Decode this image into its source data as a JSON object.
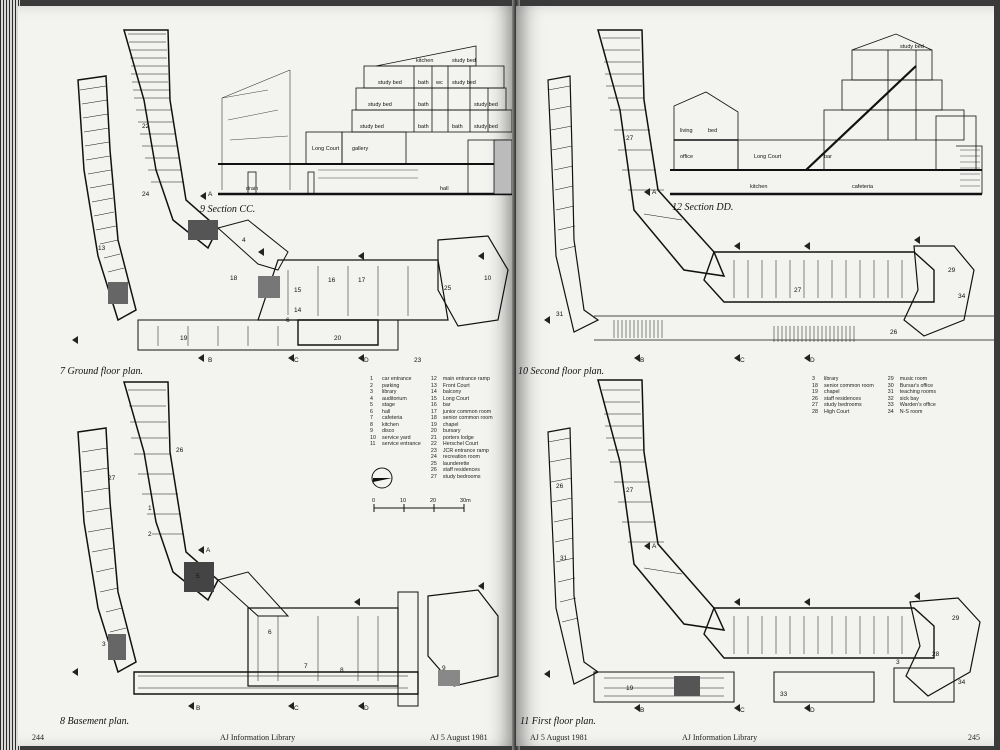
{
  "left_page": {
    "captions": {
      "section_cc": "9 Section CC.",
      "ground_floor": "7 Ground floor plan.",
      "basement": "8 Basement plan."
    },
    "footer_left": "244",
    "footer_center": "AJ Information Library",
    "footer_right": "AJ 5 August 1981",
    "legend_col1": [
      {
        "n": "1",
        "t": "car entrance"
      },
      {
        "n": "2",
        "t": "parking"
      },
      {
        "n": "3",
        "t": "library"
      },
      {
        "n": "4",
        "t": "auditorium"
      },
      {
        "n": "5",
        "t": "stage"
      },
      {
        "n": "6",
        "t": "hall"
      },
      {
        "n": "7",
        "t": "cafeteria"
      },
      {
        "n": "8",
        "t": "kitchen"
      },
      {
        "n": "9",
        "t": "disco"
      },
      {
        "n": "10",
        "t": "service yard"
      },
      {
        "n": "11",
        "t": "service entrance"
      }
    ],
    "legend_col2": [
      {
        "n": "12",
        "t": "main entrance ramp"
      },
      {
        "n": "13",
        "t": "Front Court"
      },
      {
        "n": "14",
        "t": "balcony"
      },
      {
        "n": "15",
        "t": "Long Court"
      },
      {
        "n": "16",
        "t": "bar"
      },
      {
        "n": "17",
        "t": "junior common room"
      },
      {
        "n": "18",
        "t": "senior common room"
      },
      {
        "n": "19",
        "t": "chapel"
      },
      {
        "n": "20",
        "t": "bursary"
      },
      {
        "n": "21",
        "t": "porters lodge"
      },
      {
        "n": "22",
        "t": "Herschel Court"
      },
      {
        "n": "23",
        "t": "JCR entrance ramp"
      },
      {
        "n": "24",
        "t": "recreation room"
      },
      {
        "n": "25",
        "t": "launderette"
      },
      {
        "n": "26",
        "t": "staff residences"
      },
      {
        "n": "27",
        "t": "study bedrooms"
      }
    ],
    "scale": {
      "s0": "0",
      "s10": "10",
      "s20": "20",
      "s30": "30m"
    },
    "section_labels": {
      "kitchen": "kitchen",
      "study_bed": "study bed",
      "bath": "bath",
      "wc": "wc",
      "long_court": "Long Court",
      "gallery": "gallery",
      "drain": "drain",
      "hall": "hall"
    },
    "markers": {
      "a": "A",
      "b": "B",
      "c": "C",
      "d": "D"
    },
    "room_numbers": {
      "n1": "1",
      "n2": "2",
      "n3": "3",
      "n4": "4",
      "n5": "5",
      "n6": "6",
      "n7": "7",
      "n8": "8",
      "n9": "9",
      "n10": "10",
      "n13": "13",
      "n14": "14",
      "n15": "15",
      "n16": "16",
      "n17": "17",
      "n18": "18",
      "n19": "19",
      "n20": "20",
      "n22": "22",
      "n23": "23",
      "n24": "24",
      "n25": "25",
      "n26": "26",
      "n27": "27"
    }
  },
  "right_page": {
    "captions": {
      "section_dd": "12 Section DD.",
      "second_floor": "10 Second floor plan.",
      "first_floor": "11 First floor plan."
    },
    "footer_left": "AJ 5 August 1981",
    "footer_center": "AJ Information Library",
    "footer_right": "245",
    "legend_col1": [
      {
        "n": "3",
        "t": "library"
      },
      {
        "n": "18",
        "t": "senior common room"
      },
      {
        "n": "19",
        "t": "chapel"
      },
      {
        "n": "26",
        "t": "staff residences"
      },
      {
        "n": "27",
        "t": "study bedrooms"
      },
      {
        "n": "28",
        "t": "High Court"
      }
    ],
    "legend_col2": [
      {
        "n": "29",
        "t": "music room"
      },
      {
        "n": "30",
        "t": "Bursar's office"
      },
      {
        "n": "31",
        "t": "teaching rooms"
      },
      {
        "n": "32",
        "t": "sick bay"
      },
      {
        "n": "33",
        "t": "Warden's office"
      },
      {
        "n": "34",
        "t": "N-S room"
      }
    ],
    "section_labels": {
      "living": "living",
      "bed": "bed",
      "study_bed": "study bed",
      "office": "office",
      "long_court": "Long Court",
      "bar": "bar",
      "kitchen": "kitchen",
      "cafeteria": "cafeteria"
    },
    "markers": {
      "a": "A",
      "b": "B",
      "c": "C",
      "d": "D"
    },
    "room_numbers": {
      "n3": "3",
      "n19": "19",
      "n26": "26",
      "n27": "27",
      "n28": "28",
      "n29": "29",
      "n31": "31",
      "n33": "33",
      "n34": "34"
    }
  }
}
